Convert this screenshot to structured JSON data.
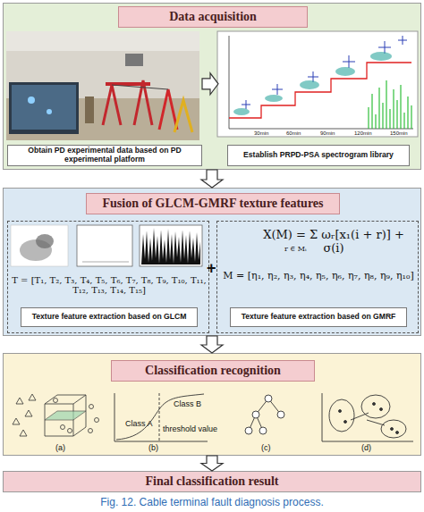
{
  "diagram": {
    "caption": "Fig. 12. Cable terminal fault diagnosis process.",
    "nodes": [
      {
        "text": [
          "Data acquisition"
        ]
      },
      {
        "text": [
          "Obtain PD experimental data based on PD experimental platform"
        ],
        "in": 0
      },
      {
        "text": [
          "Establish PRPD-PSA spectrogram library"
        ],
        "in": 0
      },
      {
        "text": [
          "Fusion of GLCM-GMRF texture features"
        ]
      },
      {
        "text": [
          "T = [T₁, T₂, T₃, T₄, T₅, T₆, T₇, T₈, T₉, T₁₀, T₁₁, T₁₂, T₁₃, T₁₄, T₁₅]",
          "Texture feature extraction based on GLCM"
        ],
        "in": 3
      },
      {
        "text": [
          "X(M) = Σ ωᵣ[x₁(i + r)] + σ(i)",
          "M = [η₁, η₂, η₃, η₄, η₅, η₆, η₇, η₈, η₉, η₁₀]",
          "Texture feature extraction based on GMRF"
        ],
        "in": 3
      },
      {
        "text": [
          "Classification recognition"
        ]
      },
      {
        "text": [
          "Final classification result"
        ]
      }
    ],
    "edges": [
      {
        "from": 1,
        "to": 2,
        "arrow": "to"
      },
      {
        "from": 0,
        "to": 3,
        "arrow": "to"
      },
      {
        "from": 3,
        "to": 6,
        "arrow": "to"
      },
      {
        "from": 6,
        "to": 7,
        "arrow": "to"
      }
    ],
    "labels": [
      "+",
      "r ∈ Mᵢ",
      "30min",
      "60min",
      "90min",
      "120min",
      "150min",
      "(a)",
      "(b)",
      "(c)",
      "(d)",
      "Class A",
      "Class B",
      "threshold value"
    ]
  }
}
